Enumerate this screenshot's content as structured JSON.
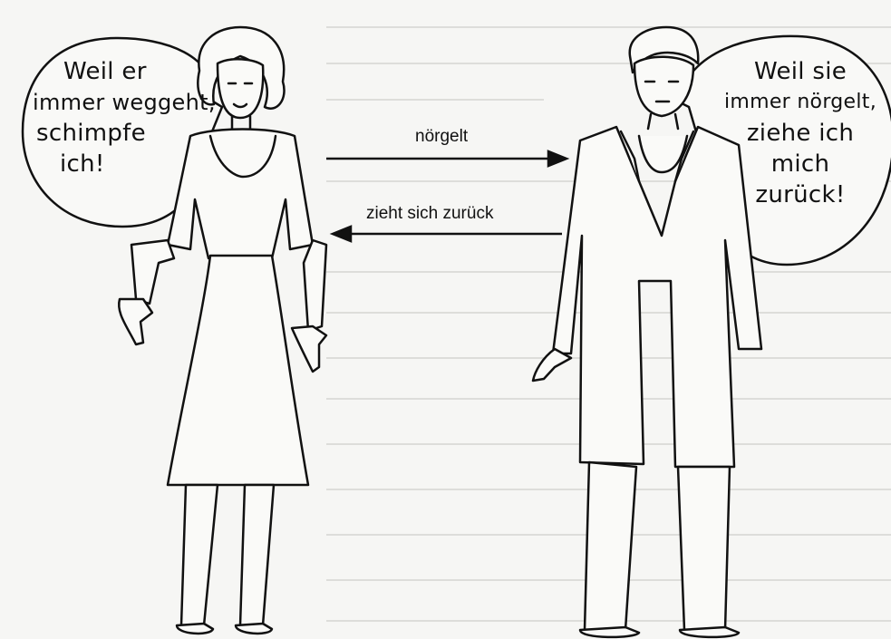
{
  "left_bubble": {
    "lines": [
      "Weil er",
      "immer weggeht,",
      "schimpfe",
      "ich!"
    ]
  },
  "right_bubble": {
    "lines": [
      "Weil sie",
      "immer nörgelt,",
      "ziehe ich",
      "mich",
      "zurück!"
    ]
  },
  "arrows": {
    "top_label": "nörgelt",
    "bottom_label": "zieht sich zurück"
  }
}
